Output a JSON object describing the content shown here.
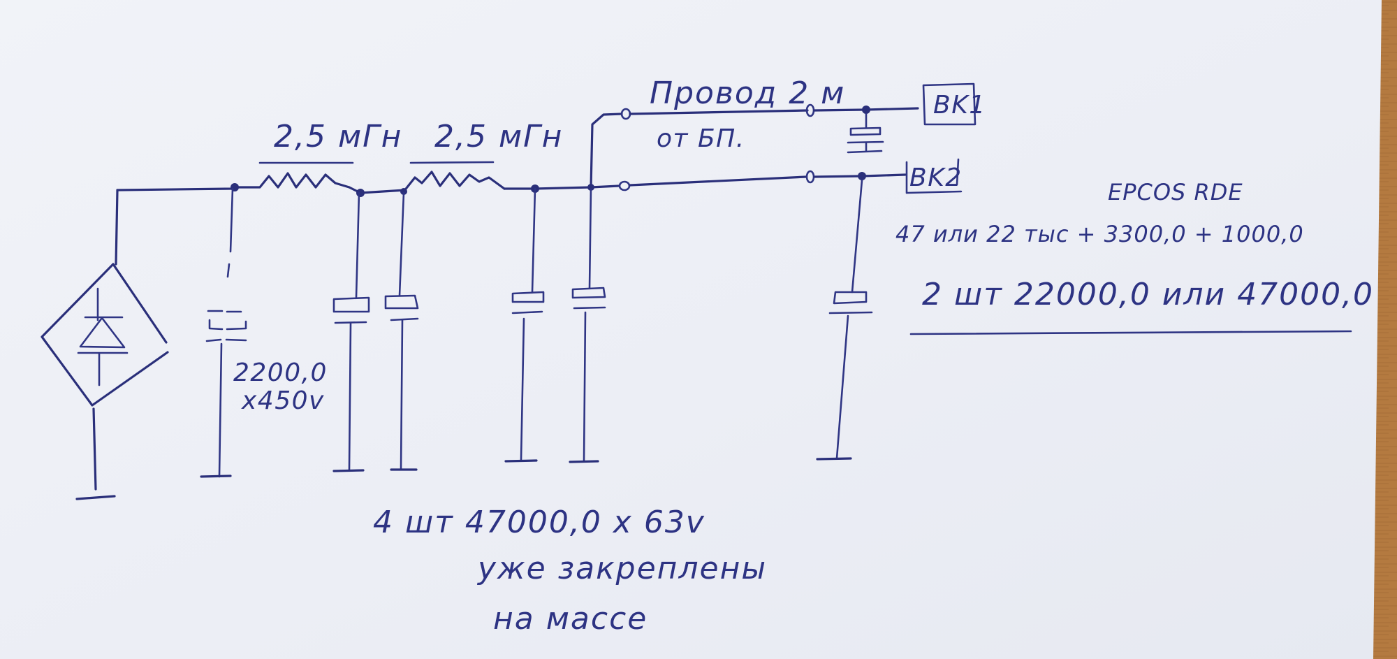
{
  "diagram": {
    "type": "hand-drawn power supply filter schematic",
    "ink_color": "#2a2f7a",
    "paper_color": "#eef0f6",
    "table_color": "#b47a40",
    "components": {
      "rectifier": {
        "symbol": "diode-bridge"
      },
      "input_capacitor": {
        "label_value": "2200,0",
        "label_voltage": "x450v"
      },
      "inductor_1": {
        "label": "2,5 мГн"
      },
      "inductor_2": {
        "label": "2,5 мГн"
      },
      "filter_capacitors": {
        "count": 4
      },
      "output_capacitor": {
        "count": 1
      },
      "bypass_capacitor": {
        "count": 1
      }
    },
    "labels": {
      "wire": "Провод 2 м",
      "wire_sub": "от БП.",
      "connector_1": "BK1",
      "connector_2": "BK2",
      "brands": "EPCOS    RDE",
      "alt_values": "47 или 22 тыс + 3300,0 + 1000,0",
      "output_cap_note": "2 шт 22000,0 или 47000,0",
      "filter_caps_note": "4 шт 47000,0 x 63v",
      "filter_caps_note_2": "уже закреплены",
      "filter_caps_note_3": "на массе"
    }
  }
}
